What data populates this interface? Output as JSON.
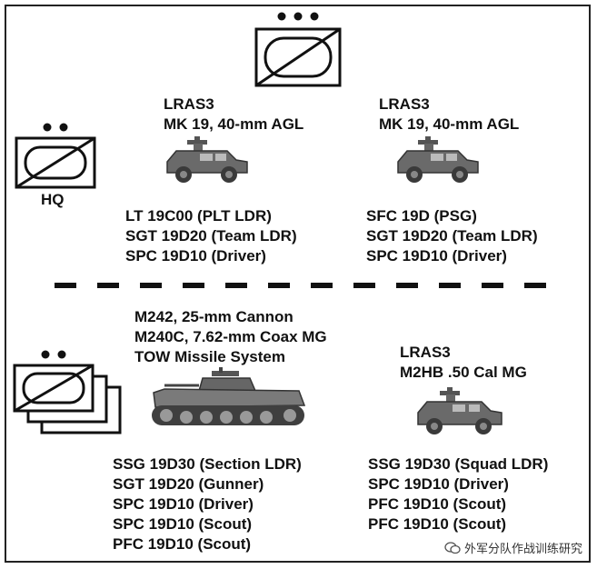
{
  "top_left": {
    "weapon_lines": [
      "LRAS3",
      "MK 19, 40-mm AGL"
    ],
    "crew": [
      "LT 19C00 (PLT LDR)",
      "SGT 19D20 (Team LDR)",
      "SPC 19D10 (Driver)"
    ]
  },
  "top_right": {
    "weapon_lines": [
      "LRAS3",
      "MK 19, 40-mm AGL"
    ],
    "crew": [
      "SFC 19D (PSG)",
      "SGT 19D20 (Team LDR)",
      "SPC 19D10 (Driver)"
    ]
  },
  "hq_label": "HQ",
  "bottom_left": {
    "weapon_lines": [
      "M242, 25-mm Cannon",
      "M240C, 7.62-mm Coax MG",
      "TOW Missile System"
    ],
    "crew": [
      "SSG 19D30 (Section LDR)",
      "SGT 19D20 (Gunner)",
      "SPC 19D10 (Driver)",
      "SPC 19D10 (Scout)",
      "PFC 19D10 (Scout)"
    ]
  },
  "bottom_right": {
    "weapon_lines": [
      "LRAS3",
      "M2HB .50 Cal MG"
    ],
    "crew": [
      "SSG 19D30 (Squad LDR)",
      "SPC 19D10 (Driver)",
      "PFC 19D10 (Scout)",
      "PFC 19D10 (Scout)"
    ]
  },
  "watermark": "外军分队作战训练研究",
  "colors": {
    "ink": "#111111",
    "vehicle": "#555555"
  }
}
